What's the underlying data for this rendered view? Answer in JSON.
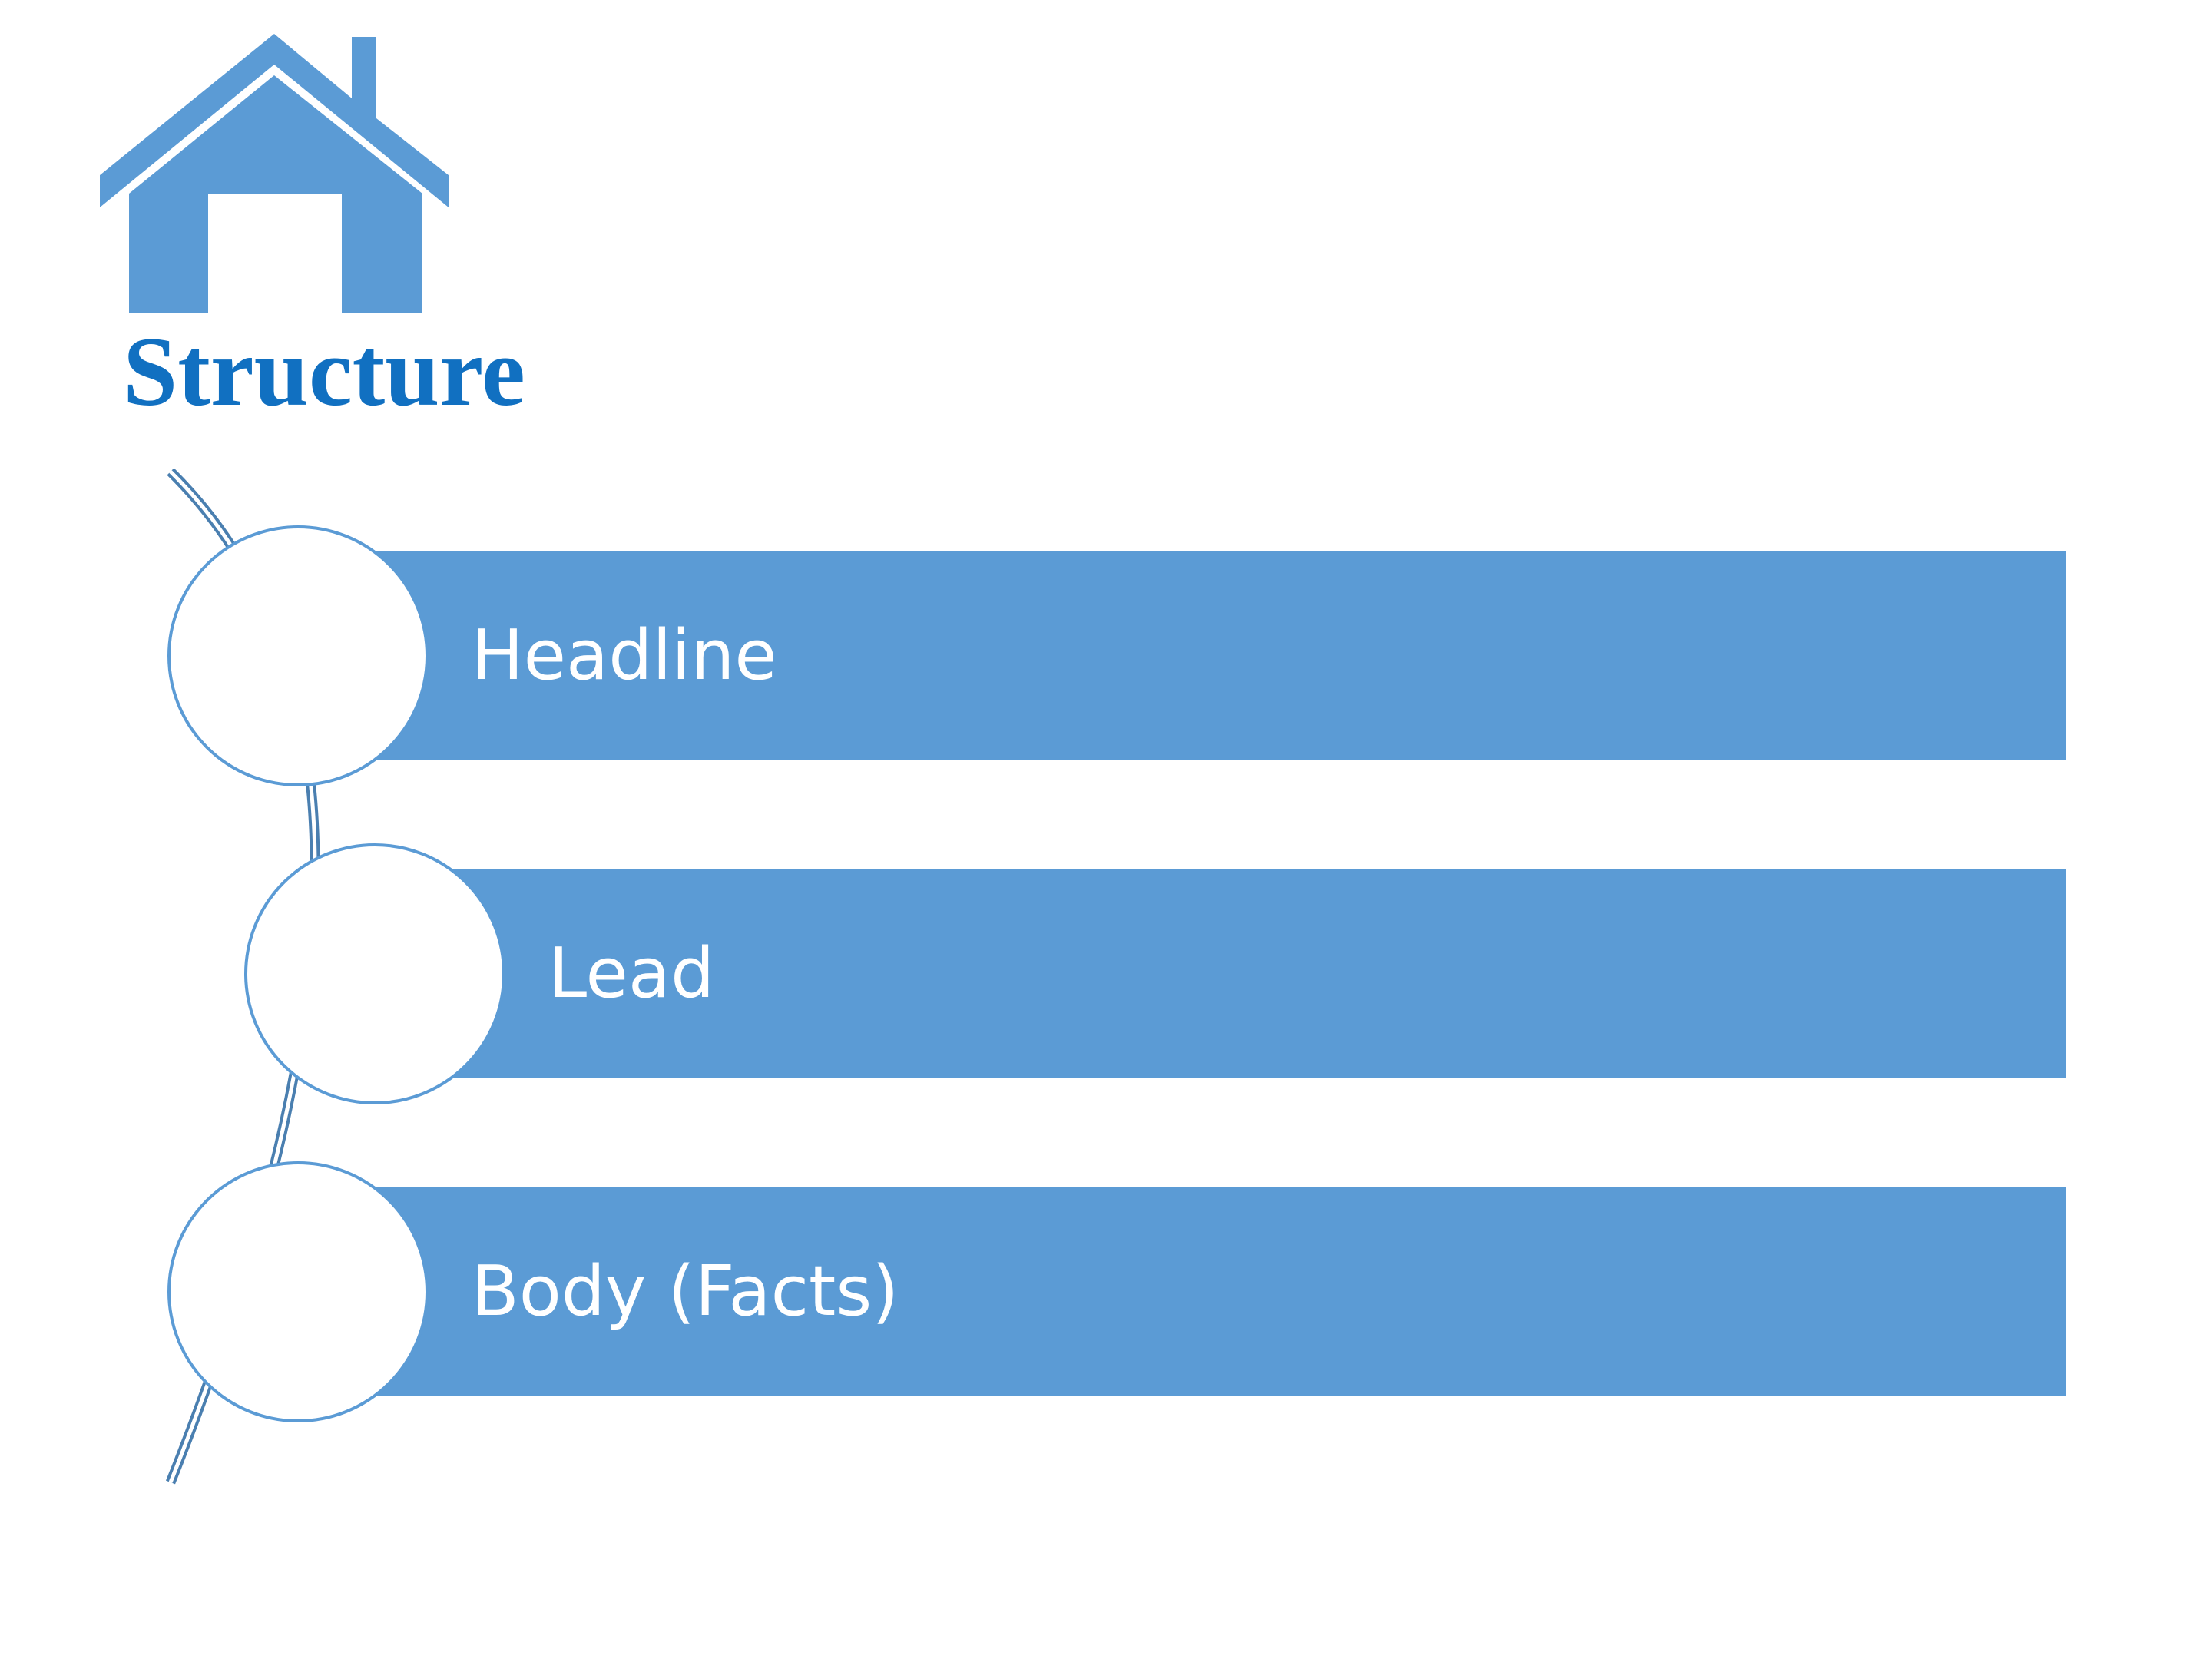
{
  "title": "Structure",
  "colors": {
    "accent": "#5b9bd5",
    "title": "#1170c1",
    "label_text": "#ffffff"
  },
  "icons": {
    "header": "house-icon"
  },
  "steps": [
    {
      "label": "Headline"
    },
    {
      "label": "Lead"
    },
    {
      "label": "Body (Facts)"
    }
  ]
}
